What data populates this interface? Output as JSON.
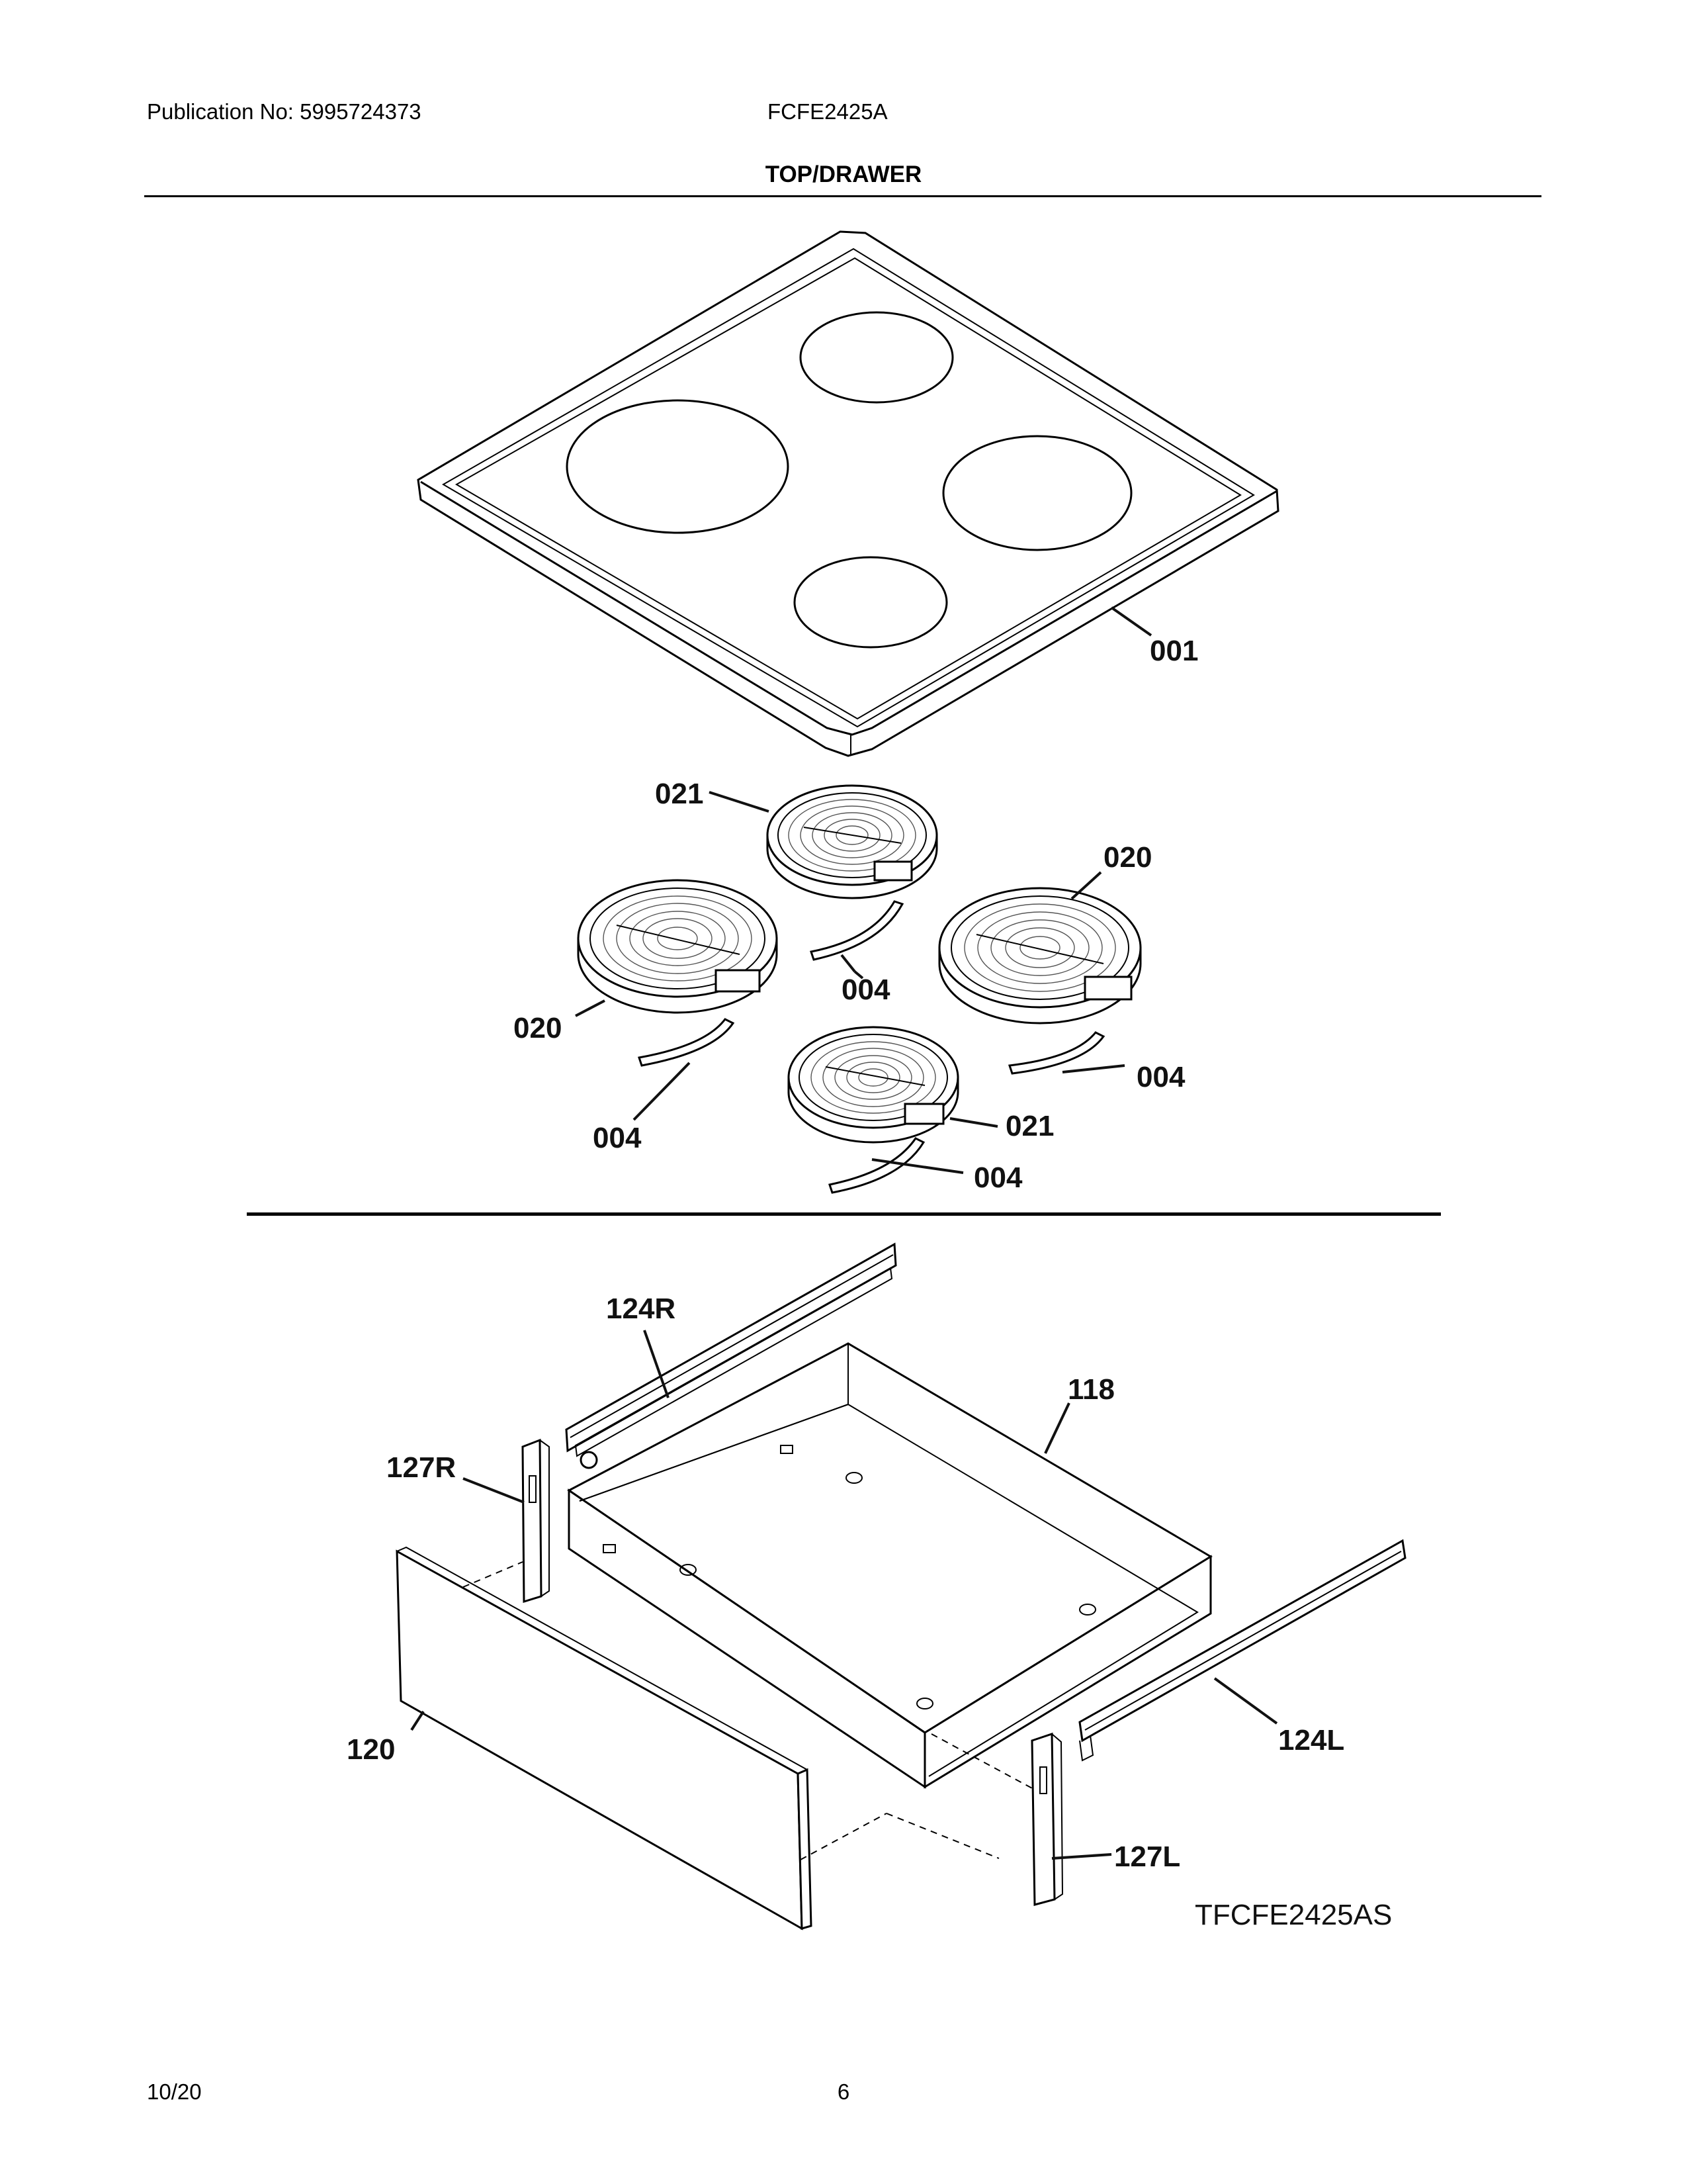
{
  "header": {
    "publication": "Publication No: 5995724373",
    "model": "FCFE2425A",
    "section_title": "TOP/DRAWER"
  },
  "footer": {
    "date": "10/20",
    "page_number": "6"
  },
  "callouts": {
    "top": "001",
    "element_small_upper": "021",
    "element_large_right": "020",
    "element_large_left": "020",
    "element_small_lower": "021",
    "strap_upper_center": "004",
    "strap_right": "004",
    "strap_left": "004",
    "strap_bottom": "004",
    "slide_right": "124R",
    "drawer_body": "118",
    "bracket_right": "127R",
    "drawer_front": "120",
    "slide_left": "124L",
    "bracket_left": "127L"
  },
  "diagram_code": "TFCFE2425AS"
}
